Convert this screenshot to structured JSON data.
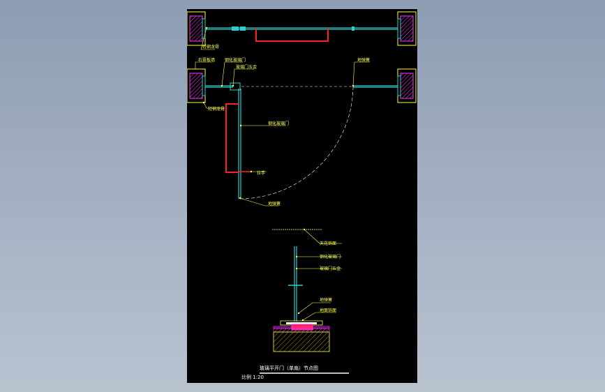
{
  "colors": {
    "background": "#8d9db3",
    "sheet": "#000000",
    "wall_outline": "#ffff33",
    "wall_hatch": "#ff33ff",
    "glass": "#33cccc",
    "frame": "#ff2222",
    "dim_line": "#ffff55",
    "swing_arc": "#ffffff",
    "title_text": "#ffffff"
  },
  "labels": {
    "top_wall_left": "轻钢龙骨",
    "wall_left_upper": "石膏板墙",
    "glass_door": "钢化玻璃门",
    "door_hinge": "玻璃门五金",
    "hinge_right": "地弹簧",
    "wall_left_lower": "轻钢龙骨",
    "door_leaf": "钢化玻璃门",
    "handle": "拉手",
    "swing_hinge": "地弹簧",
    "section_top": "天花饰面",
    "section_glass": "钢化玻璃门",
    "section_hardware": "玻璃门五金",
    "section_spring": "地弹簧",
    "section_floor": "地面饰面"
  },
  "title": {
    "main": "玻璃平开门（单扇）节点图",
    "sub": "比例 1:20"
  }
}
